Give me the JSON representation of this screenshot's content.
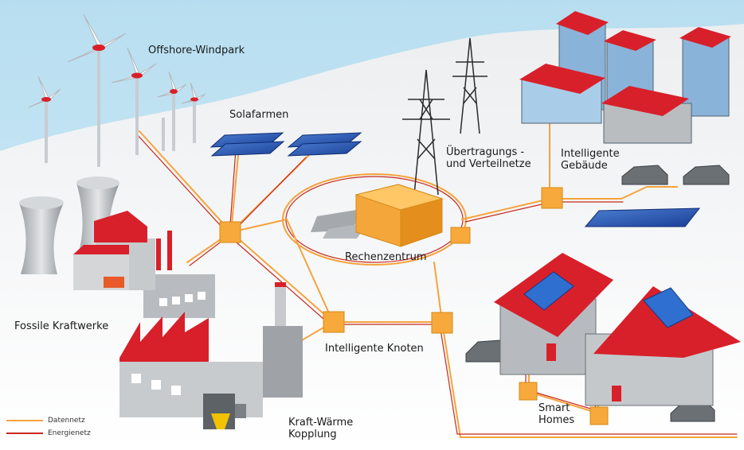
{
  "labels": {
    "offshore": "Offshore-Windpark",
    "solar": "Solafarmen",
    "transmission_line1": "Übertragungs -",
    "transmission_line2": "und Verteilnetze",
    "buildings_line1": "Intelligente",
    "buildings_line2": "Gebäude",
    "datacenter": "Rechenzentrum",
    "fossil": "Fossile Kraftwerke",
    "nodes": "Intelligente Knoten",
    "chp_line1": "Kraft-Wärme",
    "chp_line2": "Kopplung",
    "smarthomes_line1": "Smart",
    "smarthomes_line2": "Homes"
  },
  "legend": {
    "data": "Datennetz",
    "energy": "Energienetz"
  },
  "colors": {
    "data_net": "#f5a33c",
    "energy_net": "#c8281e",
    "roof_red": "#d8202a",
    "node_orange": "#f7a93b",
    "sky": "#bfe3f2"
  }
}
